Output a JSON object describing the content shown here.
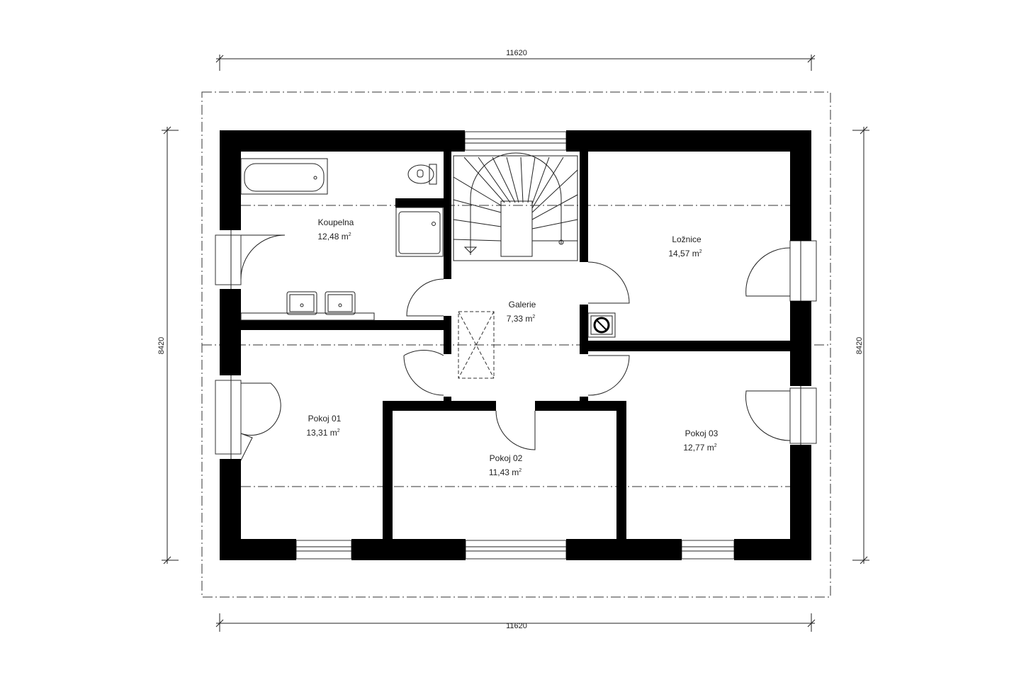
{
  "dimensions": {
    "width_top": "11620",
    "width_bottom": "11620",
    "height_left": "8420",
    "height_right": "8420"
  },
  "rooms": [
    {
      "name": "Koupelna",
      "area": "12,48 m",
      "unit_sup": "2"
    },
    {
      "name": "Galerie",
      "area": "7,33 m",
      "unit_sup": "2"
    },
    {
      "name": "Ložnice",
      "area": "14,57 m",
      "unit_sup": "2"
    },
    {
      "name": "Pokoj 01",
      "area": "13,31 m",
      "unit_sup": "2"
    },
    {
      "name": "Pokoj 02",
      "area": "11,43 m",
      "unit_sup": "2"
    },
    {
      "name": "Pokoj 03",
      "area": "12,77 m",
      "unit_sup": "2"
    }
  ]
}
